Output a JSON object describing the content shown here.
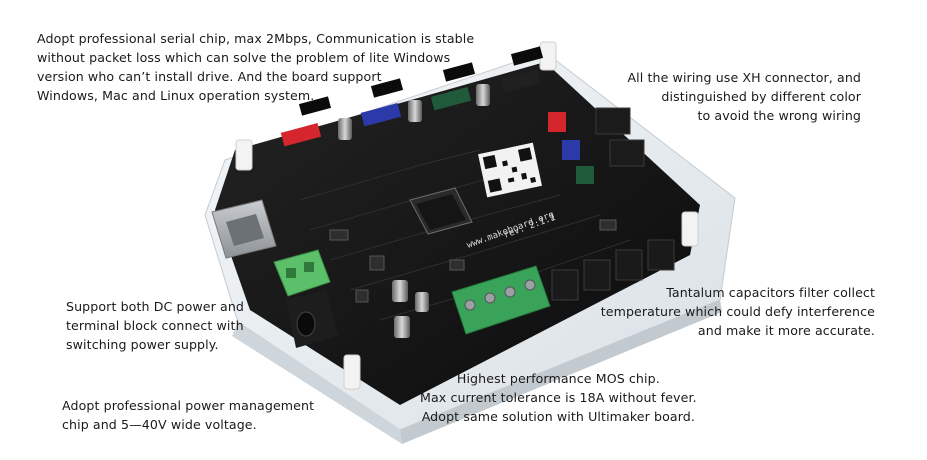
{
  "annotations": {
    "top_left": [
      "Adopt professional serial chip, max 2Mbps, Communication is stable",
      "without packet loss which can solve the problem of lite Windows",
      "version who can’t install drive. And the board support",
      "Windows, Mac and Linux operation system."
    ],
    "top_right": [
      "All the wiring use XH connector,  and",
      "distinguished by different color",
      "to avoid the wrong wiring"
    ],
    "mid_left": [
      "Support both DC power and",
      "terminal block connect with",
      "switching power supply."
    ],
    "mid_right": [
      "Tantalum capacitors filter collect",
      "temperature which could defy interference",
      "and make it more accurate."
    ],
    "bottom_center": [
      "Highest performance MOS chip.",
      "Max current tolerance is 18A without fever.",
      "Adopt same solution with Ultimaker board."
    ],
    "bottom_left": [
      "Adopt professional power management",
      "chip and 5—40V wide voltage."
    ]
  },
  "board": {
    "silkscreen_url": "www.makeboard.org",
    "silkscreen_rev": "rev. 2.1.1",
    "connector_colors": {
      "red": "#d4262c",
      "blue": "#2b3aa8",
      "green": "#1f5a3a",
      "black": "#202020",
      "terminal_green": "#3aa35a",
      "pcb": "#141414",
      "acrylic": "#e9eef2"
    }
  }
}
